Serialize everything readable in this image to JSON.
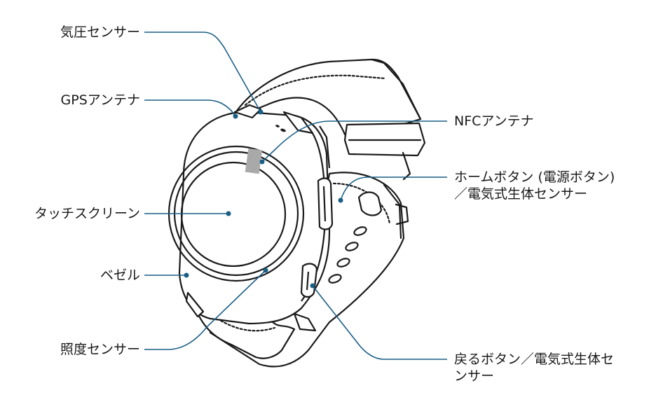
{
  "diagram": {
    "labels": {
      "barometer": "気圧センサー",
      "gps": "GPSアンテナ",
      "touchscreen": "タッチスクリーン",
      "bezel": "ベゼル",
      "light": "照度センサー",
      "nfc": "NFCアンテナ",
      "home_line1": "ホームボタン (電源ボタン)",
      "home_line2": "／電気式生体センサー",
      "back_line1": "戻るボタン／電気式生体セ",
      "back_line2": "ンサー"
    },
    "colors": {
      "leader": "#1a5f86",
      "outline": "#1a1a1a",
      "sensor_patch": "#a9a9a9"
    }
  }
}
